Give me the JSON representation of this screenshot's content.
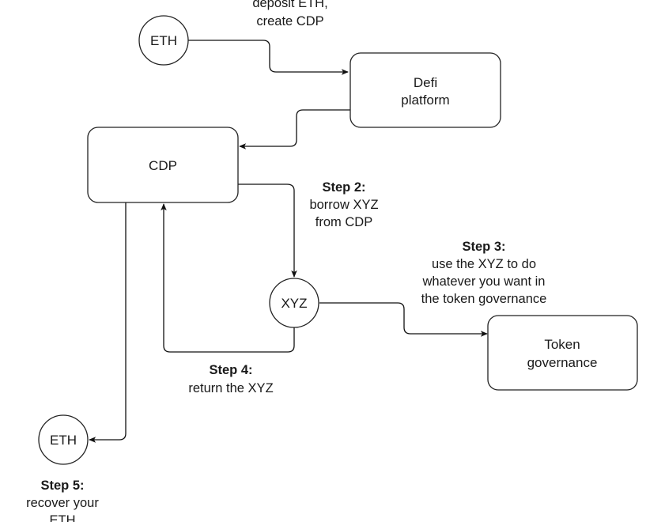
{
  "nodes": {
    "eth_top": "ETH",
    "defi_platform": [
      "Defi",
      "platform"
    ],
    "cdp": "CDP",
    "xyz": "XYZ",
    "token_governance": [
      "Token",
      "governance"
    ],
    "eth_bottom": "ETH"
  },
  "labels": {
    "step1": {
      "lines": [
        "deposit ETH,",
        "create CDP"
      ]
    },
    "step2": {
      "title": "Step 2:",
      "lines": [
        "borrow XYZ",
        "from CDP"
      ]
    },
    "step3": {
      "title": "Step 3:",
      "lines": [
        "use the XYZ to do",
        "whatever you want in",
        "the token governance"
      ]
    },
    "step4": {
      "title": "Step 4:",
      "lines": [
        "return the XYZ"
      ]
    },
    "step5": {
      "title": "Step 5:",
      "lines": [
        "recover your",
        "ETH"
      ]
    }
  }
}
